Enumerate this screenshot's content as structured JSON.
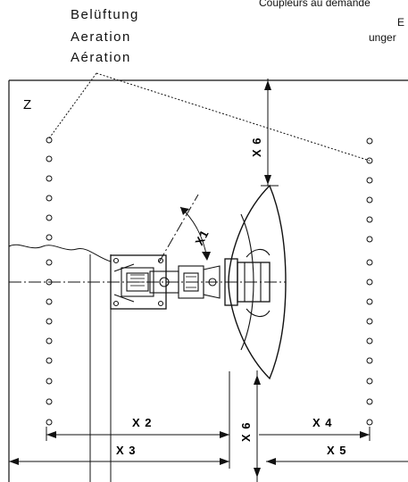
{
  "header": {
    "ventilation_labels": [
      "Belüftung",
      "Aeration",
      "Aération"
    ],
    "corner_text_top": "Coupleurs au demande",
    "corner_text_2": "E",
    "corner_text_3": "unger"
  },
  "drawing": {
    "zone_label": "Z",
    "dimensions": {
      "x1": "X1",
      "x2": "X 2",
      "x3": "X 3",
      "x4": "X 4",
      "x5": "X 5",
      "x6_top": "X 6",
      "x6_bottom": "X 6"
    },
    "ink_color": "#111111"
  }
}
